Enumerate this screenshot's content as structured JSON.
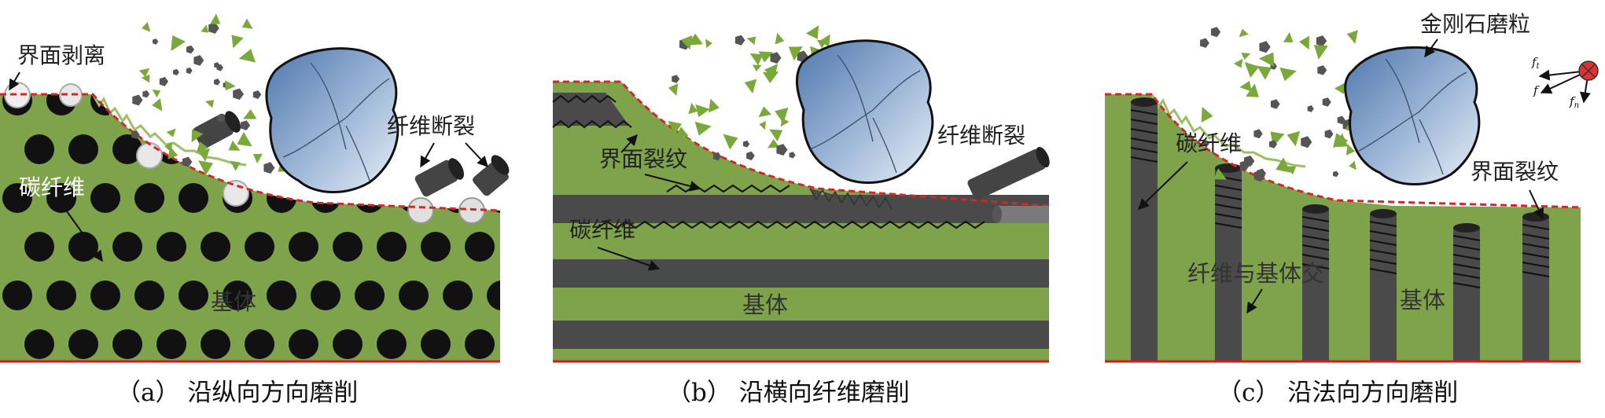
{
  "panel_a": {
    "label_interface_peel": "界面剥离",
    "label_carbon_fiber": "碳纤维",
    "label_fiber_break": "纤维断裂",
    "label_matrix": "基体",
    "caption": "（a）  沿纵向方向磨削"
  },
  "panel_b": {
    "label_interface_crack": "界面裂纹",
    "label_carbon_fiber": "碳纤维",
    "label_fiber_break": "纤维断裂",
    "label_matrix": "基体",
    "caption": "（b）  沿横向纤维磨削"
  },
  "panel_c": {
    "label_diamond_grit": "金刚石磨粒",
    "label_carbon_fiber": "碳纤维",
    "label_interface_crack": "界面裂纹",
    "label_fiber_matrix_cross": "纤维与基体交",
    "label_matrix": "基体",
    "force_ft": "f",
    "force_ft_sub": "t",
    "force_f": "f",
    "force_fn": "f",
    "force_fn_sub": "n"
  },
  "colors": {
    "matrix_green": "#7ea34a",
    "fiber_dark": "#4a4a4a",
    "fiber_black": "#111111",
    "grit_blue": "#7d9cc4",
    "cut_line_red": "#d22828",
    "chip_green": "#7aa83a",
    "chip_gray": "#555555"
  },
  "panel_c_caption_text": "（c）  沿法向方向磨削"
}
